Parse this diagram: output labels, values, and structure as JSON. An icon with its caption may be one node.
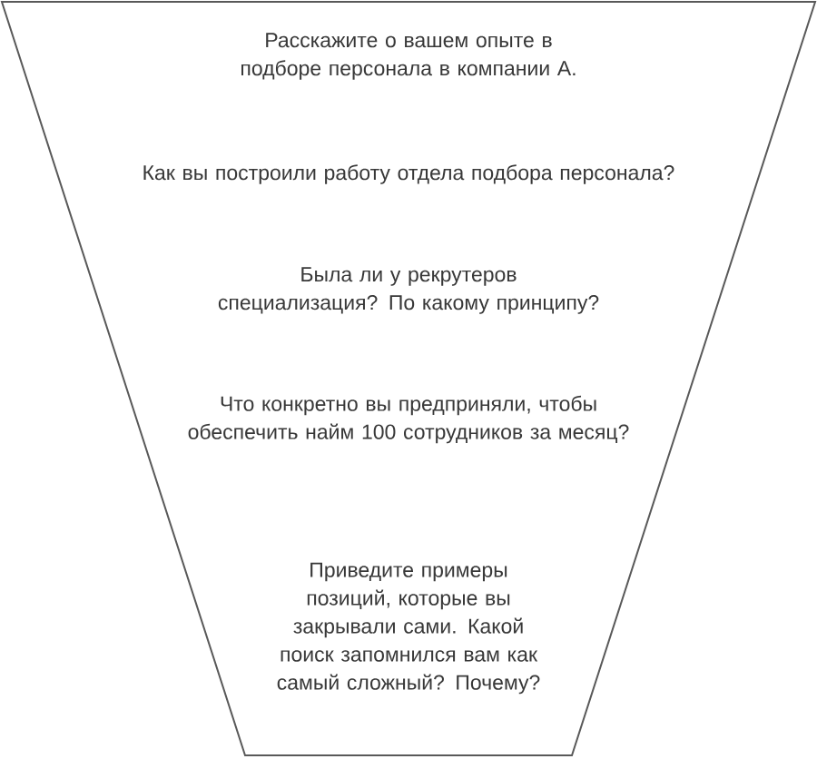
{
  "diagram": {
    "nodes": [
      {
        "text": [
          "Расскажите о вашем опыте в подборе персонала в компании А.",
          "Как вы построили работу отдела подбора персонала?",
          "Была ли у рекрутеров специализация? По какому принципу?",
          "Что конкретно вы предприняли, чтобы обеспечить найм 100 сотрудников за месяц?",
          "Приведите примеры позиций, которые вы закрывали сами. Какой поиск запомнился вам как самый сложный? Почему?"
        ]
      }
    ]
  }
}
